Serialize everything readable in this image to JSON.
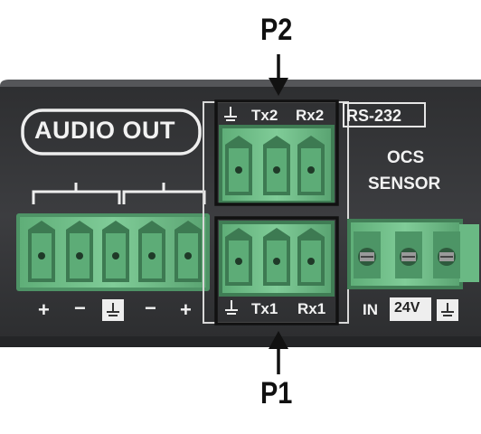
{
  "callouts": {
    "top": "P2",
    "bottom": "P1"
  },
  "panel": {
    "audio_out": "AUDIO OUT",
    "audio_pins": [
      "+",
      "−",
      "−",
      "+"
    ],
    "rs232": "RS-232",
    "p2_pins": [
      "Tx2",
      "Rx2"
    ],
    "p1_pins": [
      "Tx1",
      "Rx1"
    ],
    "ocs_sensor": [
      "OCS",
      "SENSOR"
    ],
    "sensor_pins": [
      "IN",
      "24V"
    ]
  },
  "colors": {
    "panel": "#3b3c3e",
    "connector_green": "#74c28c",
    "label_white": "#f2f2f2",
    "callout_black": "#111111"
  },
  "icons": [
    "ground-symbol-icon",
    "arrow-down-icon",
    "arrow-up-icon"
  ]
}
